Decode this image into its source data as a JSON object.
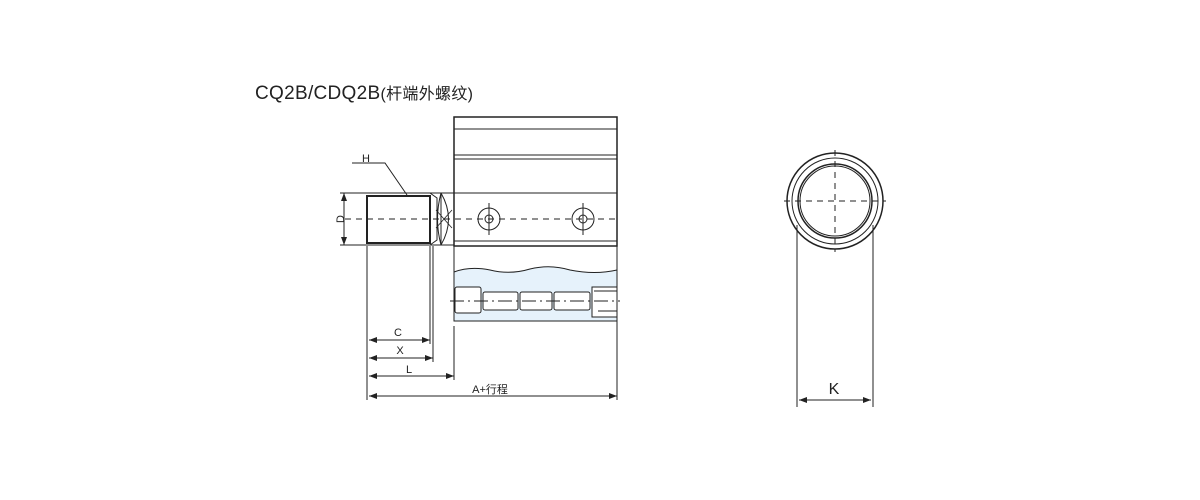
{
  "title": {
    "model": "CQ2B/CDQ2B",
    "note": "(杆端外螺纹)"
  },
  "dimensions": {
    "H": "H",
    "D": "D",
    "C": "C",
    "X": "X",
    "L": "L",
    "A_stroke": "A+行程",
    "K": "K"
  },
  "colors": {
    "line": "#222222",
    "cutaway_fill": "#e6f2fb"
  }
}
